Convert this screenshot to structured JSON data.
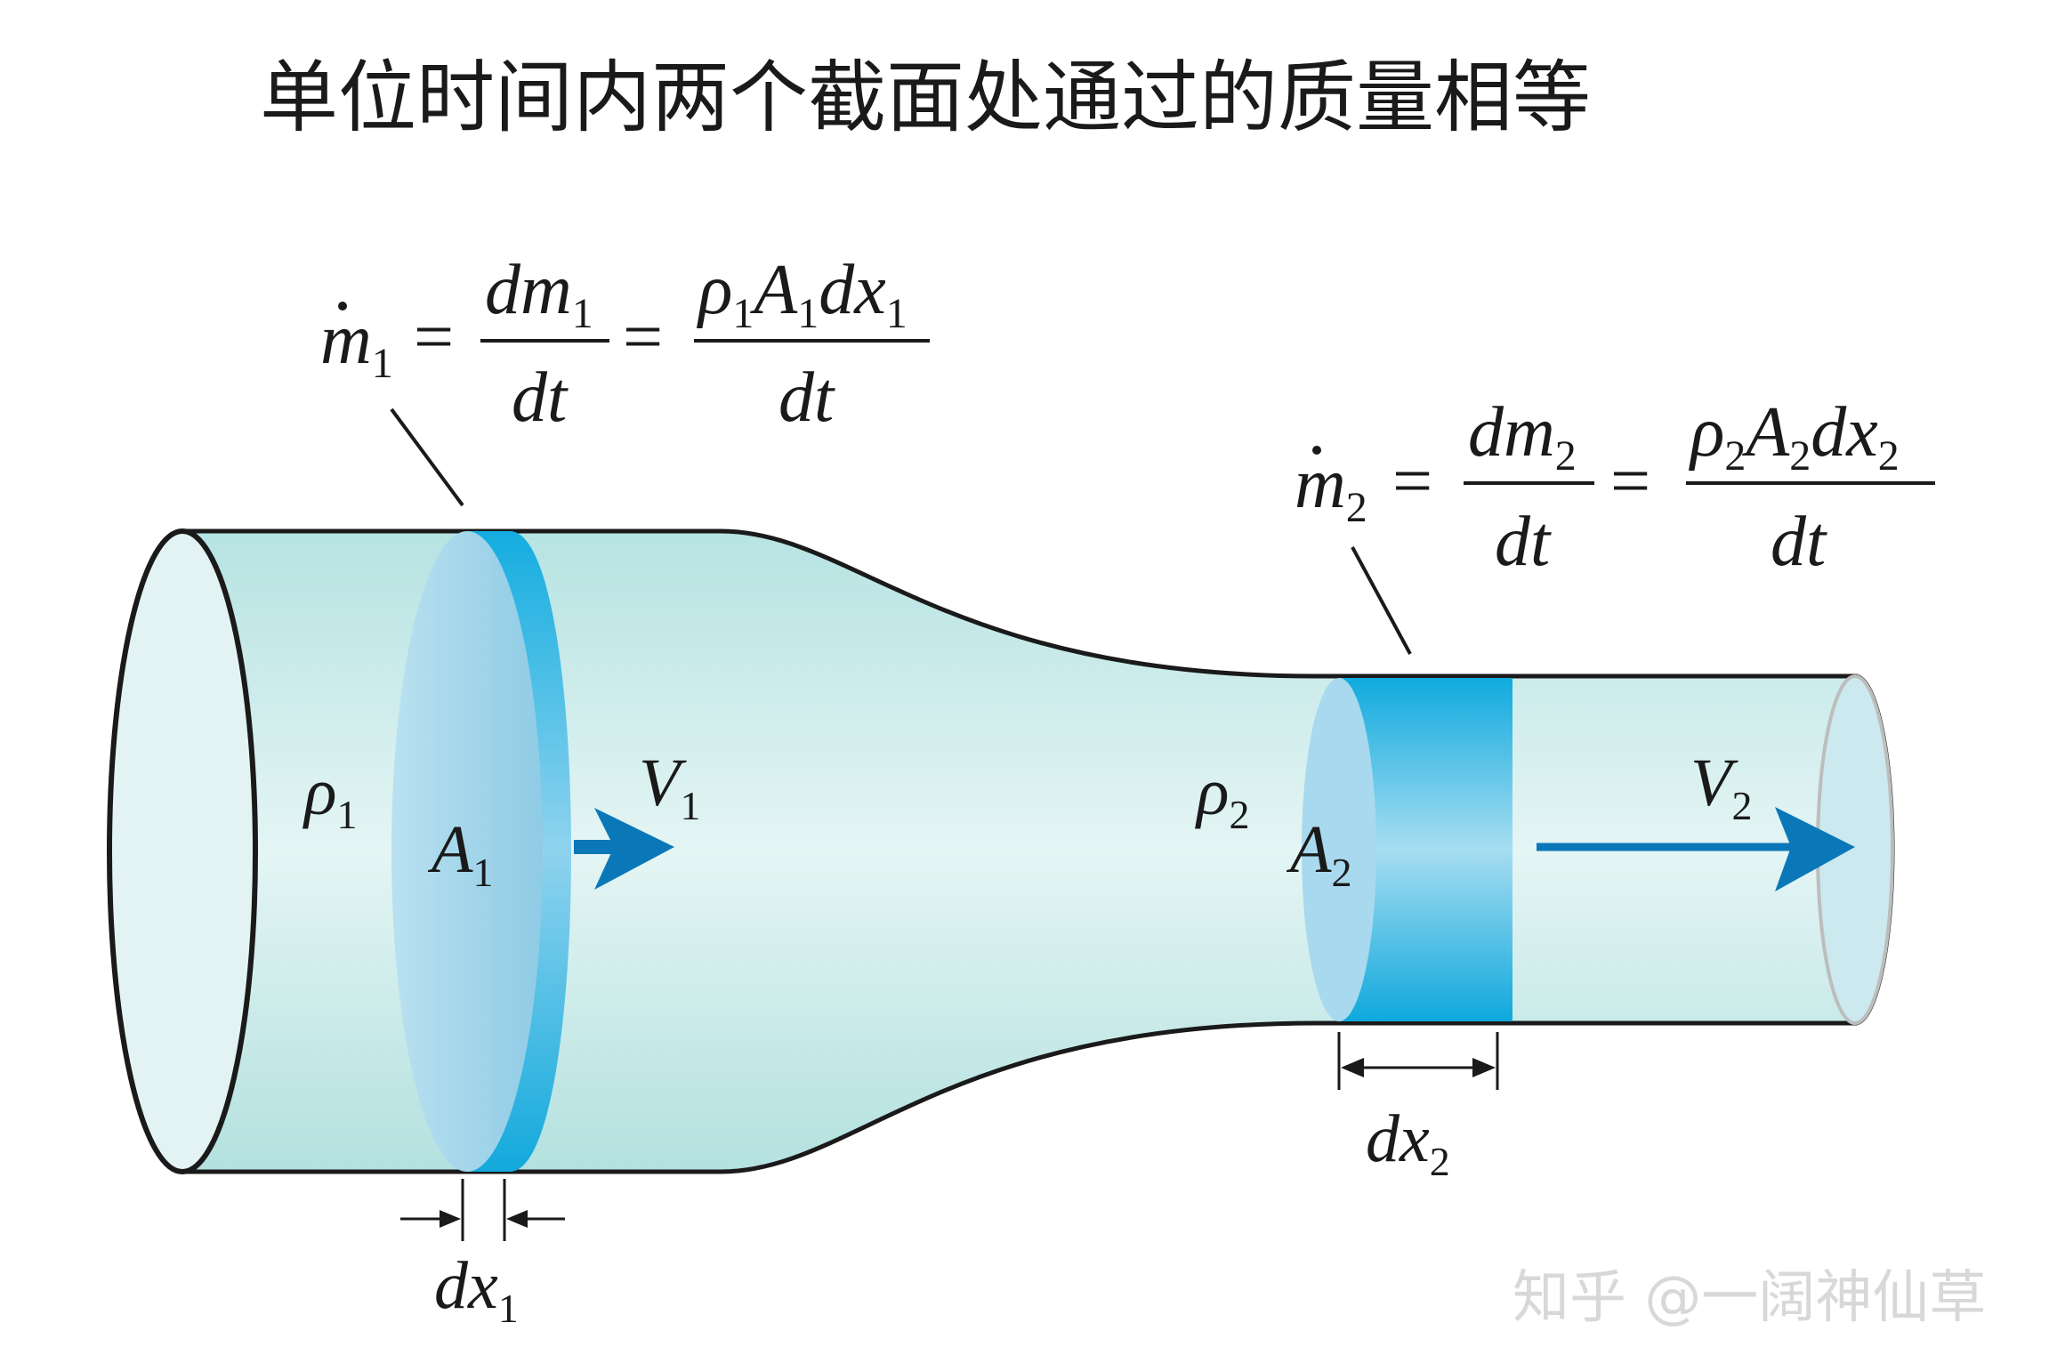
{
  "title": "单位时间内两个截面处通过的质量相等",
  "watermark": "知乎 @一阔神仙草",
  "section1": {
    "mdot_symbol": "m",
    "mdot_sub": "1",
    "frac1_num": "dm",
    "frac1_num_sub": "1",
    "frac1_den": "dt",
    "frac2_num_rho": "ρ",
    "frac2_num_rho_sub": "1",
    "frac2_num_A": "A",
    "frac2_num_A_sub": "1",
    "frac2_num_dx": "dx",
    "frac2_num_dx_sub": "1",
    "frac2_den": "dt",
    "equals": "=",
    "rho": "ρ",
    "rho_sub": "1",
    "area": "A",
    "area_sub": "1",
    "velocity": "V",
    "velocity_sub": "1",
    "dx": "dx",
    "dx_sub": "1"
  },
  "section2": {
    "mdot_symbol": "m",
    "mdot_sub": "2",
    "frac1_num": "dm",
    "frac1_num_sub": "2",
    "frac1_den": "dt",
    "frac2_num_rho": "ρ",
    "frac2_num_rho_sub": "2",
    "frac2_num_A": "A",
    "frac2_num_A_sub": "2",
    "frac2_num_dx": "dx",
    "frac2_num_dx_sub": "2",
    "frac2_den": "dt",
    "equals": "=",
    "rho": "ρ",
    "rho_sub": "2",
    "area": "A",
    "area_sub": "2",
    "velocity": "V",
    "velocity_sub": "2",
    "dx": "dx",
    "dx_sub": "2"
  },
  "colors": {
    "pipe_fill": "#c9ebea",
    "pipe_stroke": "#1a1a1a",
    "slab_dark": "#12a9dc",
    "slab_light": "#9fd6ec",
    "arrow": "#0a78b8",
    "watermark": "#d8d8d8"
  }
}
